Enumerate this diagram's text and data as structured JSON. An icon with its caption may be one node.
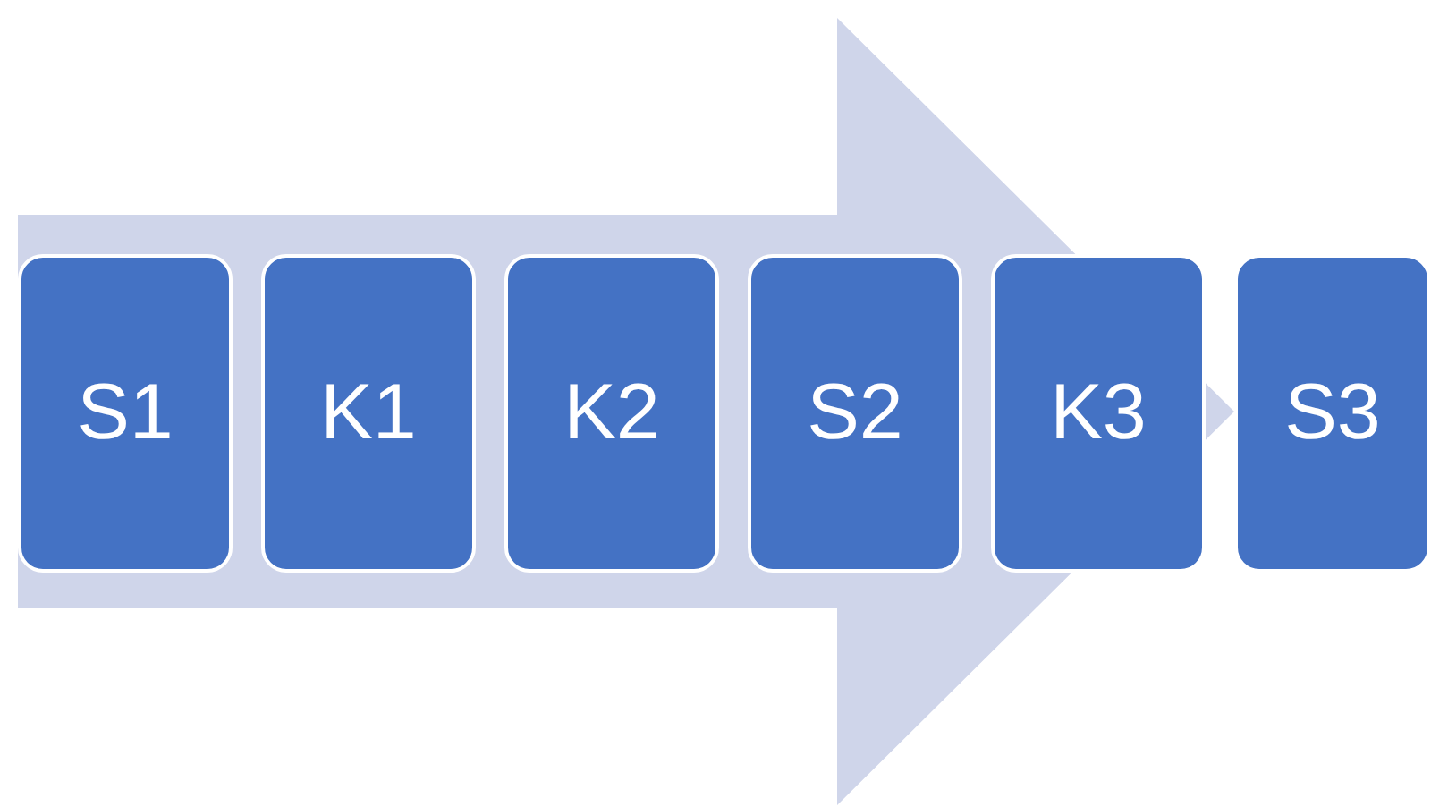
{
  "diagram": {
    "nodes": [
      {
        "text": [
          "S1"
        ]
      },
      {
        "text": [
          "K1"
        ]
      },
      {
        "text": [
          "K2"
        ]
      },
      {
        "text": [
          "S2"
        ]
      },
      {
        "text": [
          "K3"
        ]
      },
      {
        "text": [
          "S3"
        ]
      }
    ],
    "edges": [
      {
        "from": 0,
        "to": 5,
        "arrow": "to"
      }
    ]
  }
}
